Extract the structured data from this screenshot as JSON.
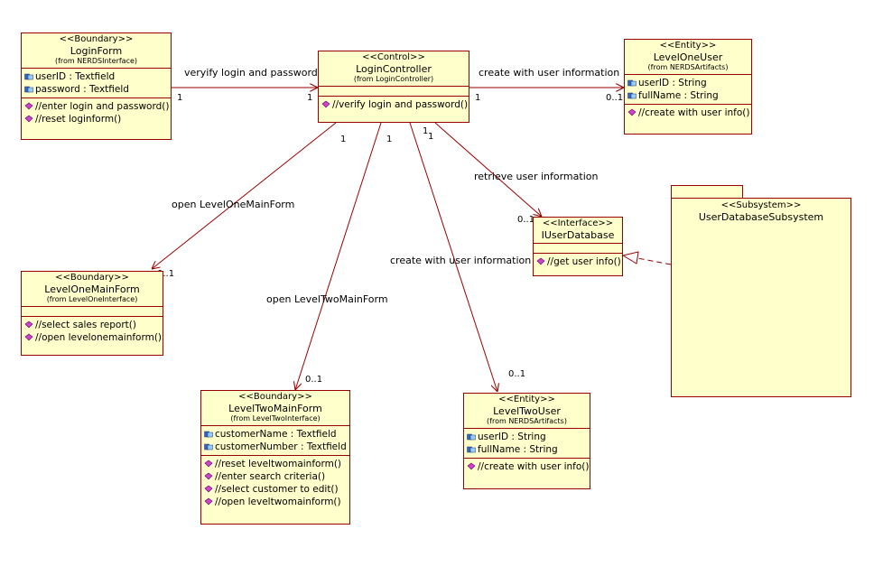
{
  "classes": {
    "loginform": {
      "stereotype": "<<Boundary>>",
      "name": "LoginForm",
      "from": "(from NERDSInterface)",
      "attributes": [
        "userID : Textfield",
        "password : Textfield"
      ],
      "operations": [
        "//enter login and password()",
        "//reset loginform()"
      ]
    },
    "logincontroller": {
      "stereotype": "<<Control>>",
      "name": "LoginController",
      "from": "(from LoginController)",
      "attributes": [],
      "operations": [
        "//verify login and password()"
      ]
    },
    "leveloneuser": {
      "stereotype": "<<Entity>>",
      "name": "LevelOneUser",
      "from": "(from NERDSArtifacts)",
      "attributes": [
        "userID : String",
        "fullName : String"
      ],
      "operations": [
        "//create with user info()"
      ]
    },
    "iuserdatabase": {
      "stereotype": "<<Interface>>",
      "name": "IUserDatabase",
      "operations": [
        "//get user info()"
      ]
    },
    "subsystem": {
      "stereotype": "<<Subsystem>>",
      "name": "UserDatabaseSubsystem"
    },
    "levelonemainform": {
      "stereotype": "<<Boundary>>",
      "name": "LevelOneMainForm",
      "from": "(from LevelOneInterface)",
      "attributes": [],
      "operations": [
        "//select sales report()",
        "//open levelonemainform()"
      ]
    },
    "leveltwomainform": {
      "stereotype": "<<Boundary>>",
      "name": "LevelTwoMainForm",
      "from": "(from LevelTwoInterface)",
      "attributes": [
        "customerName : Textfield",
        "customerNumber : Textfield"
      ],
      "operations": [
        "//reset leveltwomainform()",
        "//enter search criteria()",
        "//select customer to edit()",
        "//open leveltwomainform()"
      ]
    },
    "leveltwouser": {
      "stereotype": "<<Entity>>",
      "name": "LevelTwoUser",
      "from": "(from NERDSArtifacts)",
      "attributes": [
        "userID : String",
        "fullName : String"
      ],
      "operations": [
        "//create with user info()"
      ]
    }
  },
  "associations": [
    {
      "id": "verify",
      "label": "veryify login and password",
      "source_mult": "1",
      "target_mult": "1"
    },
    {
      "id": "create-one",
      "label": "create with user information",
      "source_mult": "1",
      "target_mult": "0..1"
    },
    {
      "id": "retrieve",
      "label": "retrieve user information",
      "source_mult": "1",
      "target_mult": "0..1"
    },
    {
      "id": "open-one",
      "label": "open LevelOneMainForm",
      "source_mult": "1",
      "target_mult": "0..1"
    },
    {
      "id": "open-two",
      "label": "open LevelTwoMainForm",
      "source_mult": "1",
      "target_mult": "0..1"
    },
    {
      "id": "create-two",
      "label": "create with user information",
      "source_mult": "1",
      "target_mult": "0..1"
    }
  ],
  "colors": {
    "fill": "#ffffcc",
    "border": "#990000",
    "line": "#990000",
    "op_icon": "#cc44cc",
    "attr_icon": "#3366cc"
  }
}
